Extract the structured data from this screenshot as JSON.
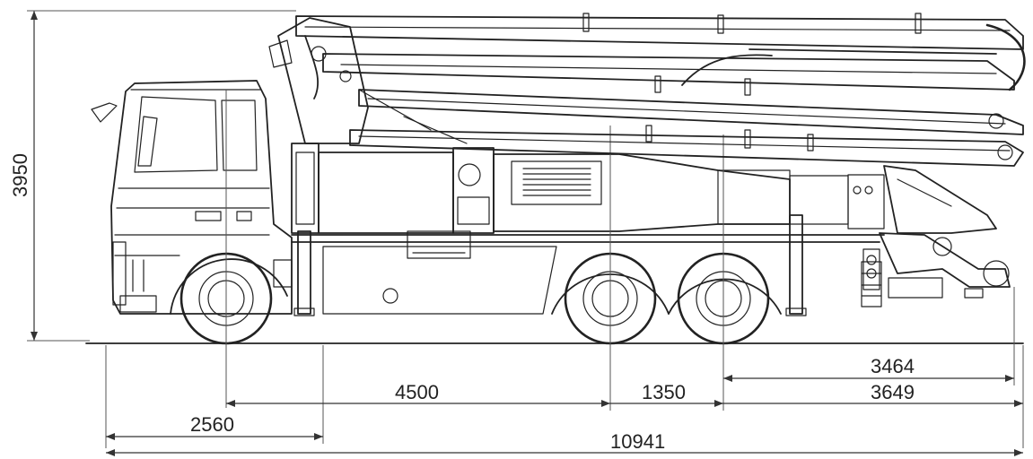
{
  "dimensions": {
    "height": "3950",
    "front_to_axle2": "4500",
    "axle_spacing": "1350",
    "rear_to_boom_pivot": "3464",
    "rear_overhang": "3649",
    "front_overhang": "2560",
    "overall_length": "10941"
  }
}
